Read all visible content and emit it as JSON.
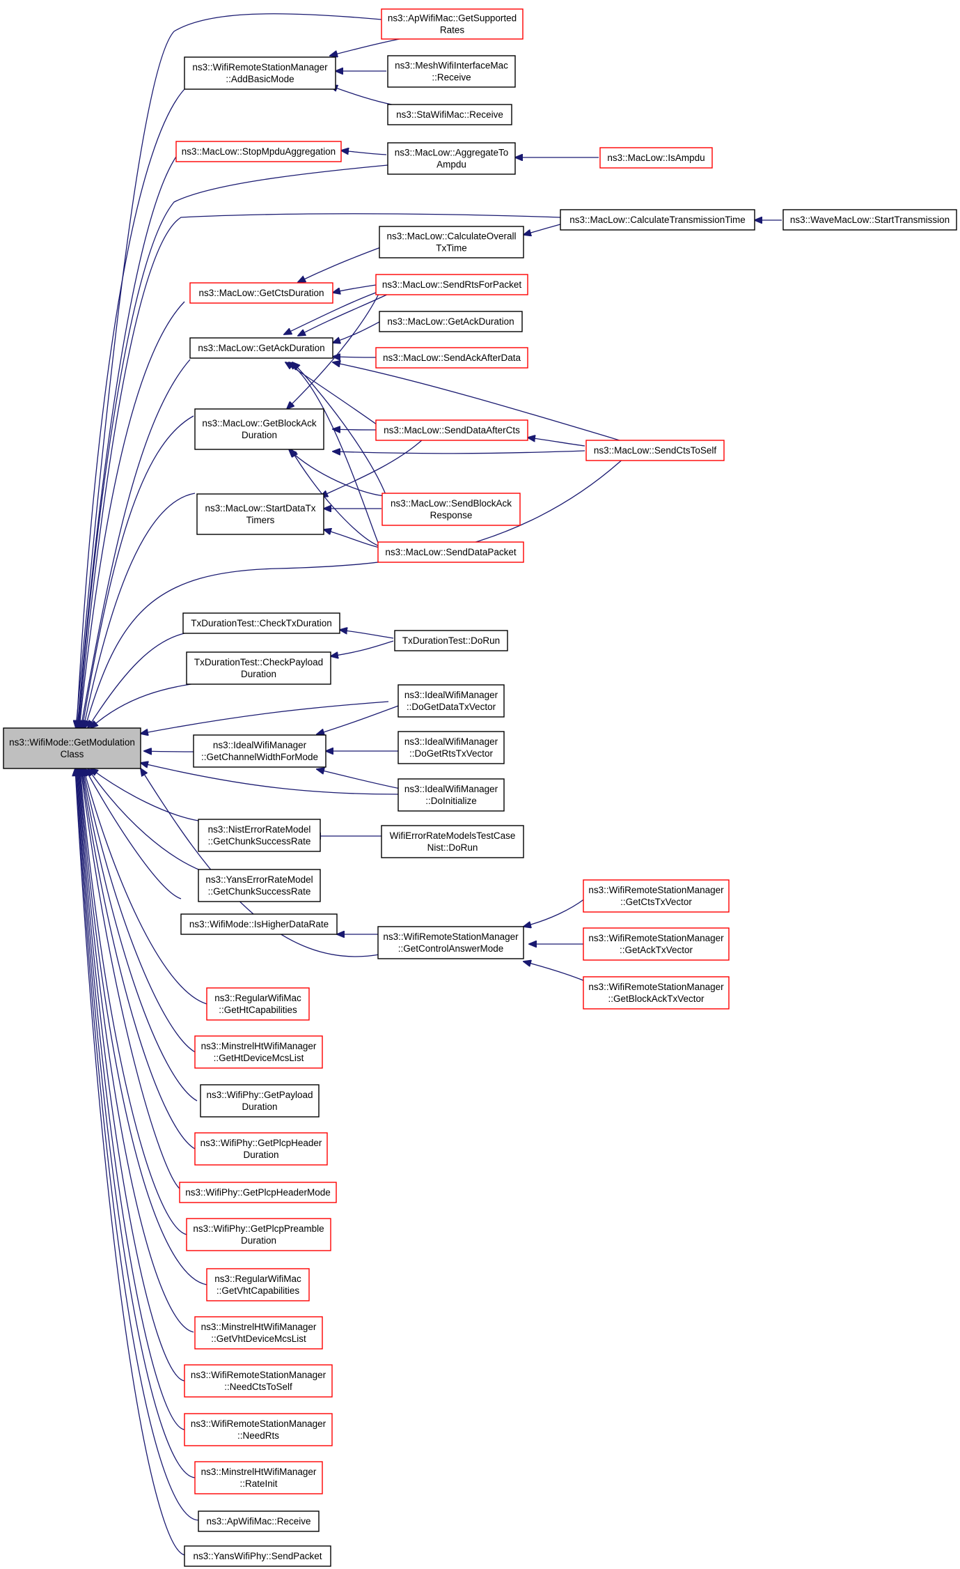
{
  "colors": {
    "edge": "#191970",
    "root_fill": "#bfbfbf",
    "black_border": "#000000",
    "red_border": "#ff0000",
    "fill": "#ffffff"
  },
  "nodes": [
    {
      "id": "root",
      "lines": [
        "ns3::WifiMode::GetModulation",
        "Class"
      ],
      "style": "root"
    },
    {
      "id": "ap_getsup",
      "lines": [
        "ns3::ApWifiMac::GetSupported",
        "Rates"
      ],
      "style": "red"
    },
    {
      "id": "wrsm_addbasic",
      "lines": [
        "ns3::WifiRemoteStationManager",
        "::AddBasicMode"
      ],
      "style": "black"
    },
    {
      "id": "mesh_recv",
      "lines": [
        "ns3::MeshWifiInterfaceMac",
        "::Receive"
      ],
      "style": "black"
    },
    {
      "id": "sta_recv",
      "lines": [
        "ns3::StaWifiMac::Receive"
      ],
      "style": "black"
    },
    {
      "id": "stopmpdu",
      "lines": [
        "ns3::MacLow::StopMpduAggregation"
      ],
      "style": "red"
    },
    {
      "id": "aggregate",
      "lines": [
        "ns3::MacLow::AggregateTo",
        "Ampdu"
      ],
      "style": "black"
    },
    {
      "id": "isampdu",
      "lines": [
        "ns3::MacLow::IsAmpdu"
      ],
      "style": "red"
    },
    {
      "id": "calctrans",
      "lines": [
        "ns3::MacLow::CalculateTransmissionTime"
      ],
      "style": "black"
    },
    {
      "id": "wave_start",
      "lines": [
        "ns3::WaveMacLow::StartTransmission"
      ],
      "style": "black"
    },
    {
      "id": "calcoverall",
      "lines": [
        "ns3::MacLow::CalculateOverall",
        "TxTime"
      ],
      "style": "black"
    },
    {
      "id": "getcts",
      "lines": [
        "ns3::MacLow::GetCtsDuration"
      ],
      "style": "red"
    },
    {
      "id": "sendrts",
      "lines": [
        "ns3::MacLow::SendRtsForPacket"
      ],
      "style": "red"
    },
    {
      "id": "getack",
      "lines": [
        "ns3::MacLow::GetAckDuration"
      ],
      "style": "black"
    },
    {
      "id": "getack2",
      "lines": [
        "ns3::MacLow::GetAckDuration"
      ],
      "style": "black"
    },
    {
      "id": "sendackafter",
      "lines": [
        "ns3::MacLow::SendAckAfterData"
      ],
      "style": "red"
    },
    {
      "id": "getblockack",
      "lines": [
        "ns3::MacLow::GetBlockAck",
        "Duration"
      ],
      "style": "black"
    },
    {
      "id": "senddataafter",
      "lines": [
        "ns3::MacLow::SendDataAfterCts"
      ],
      "style": "red"
    },
    {
      "id": "sendctstoself",
      "lines": [
        "ns3::MacLow::SendCtsToSelf"
      ],
      "style": "red"
    },
    {
      "id": "startdatatx",
      "lines": [
        "ns3::MacLow::StartDataTx",
        "Timers"
      ],
      "style": "black"
    },
    {
      "id": "sendblockack",
      "lines": [
        "ns3::MacLow::SendBlockAck",
        "Response"
      ],
      "style": "red"
    },
    {
      "id": "senddatapkt",
      "lines": [
        "ns3::MacLow::SendDataPacket"
      ],
      "style": "red"
    },
    {
      "id": "checktx",
      "lines": [
        "TxDurationTest::CheckTxDuration"
      ],
      "style": "black"
    },
    {
      "id": "dorun",
      "lines": [
        "TxDurationTest::DoRun"
      ],
      "style": "black"
    },
    {
      "id": "checkpayload",
      "lines": [
        "TxDurationTest::CheckPayload",
        "Duration"
      ],
      "style": "black"
    },
    {
      "id": "ideal_data",
      "lines": [
        "ns3::IdealWifiManager",
        "::DoGetDataTxVector"
      ],
      "style": "black"
    },
    {
      "id": "ideal_chan",
      "lines": [
        "ns3::IdealWifiManager",
        "::GetChannelWidthForMode"
      ],
      "style": "black"
    },
    {
      "id": "ideal_rts",
      "lines": [
        "ns3::IdealWifiManager",
        "::DoGetRtsTxVector"
      ],
      "style": "black"
    },
    {
      "id": "ideal_init",
      "lines": [
        "ns3::IdealWifiManager",
        "::DoInitialize"
      ],
      "style": "black"
    },
    {
      "id": "nist_chunk",
      "lines": [
        "ns3::NistErrorRateModel",
        "::GetChunkSuccessRate"
      ],
      "style": "black"
    },
    {
      "id": "nist_test",
      "lines": [
        "WifiErrorRateModelsTestCase",
        "Nist::DoRun"
      ],
      "style": "black"
    },
    {
      "id": "yans_chunk",
      "lines": [
        "ns3::YansErrorRateModel",
        "::GetChunkSuccessRate"
      ],
      "style": "black"
    },
    {
      "id": "ishigher",
      "lines": [
        "ns3::WifiMode::IsHigherDataRate"
      ],
      "style": "black"
    },
    {
      "id": "wrsm_ctrl",
      "lines": [
        "ns3::WifiRemoteStationManager",
        "::GetControlAnswerMode"
      ],
      "style": "black"
    },
    {
      "id": "wrsm_cts",
      "lines": [
        "ns3::WifiRemoteStationManager",
        "::GetCtsTxVector"
      ],
      "style": "red"
    },
    {
      "id": "wrsm_ack",
      "lines": [
        "ns3::WifiRemoteStationManager",
        "::GetAckTxVector"
      ],
      "style": "red"
    },
    {
      "id": "wrsm_blockack",
      "lines": [
        "ns3::WifiRemoteStationManager",
        "::GetBlockAckTxVector"
      ],
      "style": "red"
    },
    {
      "id": "regular_ht",
      "lines": [
        "ns3::RegularWifiMac",
        "::GetHtCapabilities"
      ],
      "style": "red"
    },
    {
      "id": "minstrel_ht",
      "lines": [
        "ns3::MinstrelHtWifiManager",
        "::GetHtDeviceMcsList"
      ],
      "style": "red"
    },
    {
      "id": "phy_payload",
      "lines": [
        "ns3::WifiPhy::GetPayload",
        "Duration"
      ],
      "style": "black"
    },
    {
      "id": "phy_plcphdr",
      "lines": [
        "ns3::WifiPhy::GetPlcpHeader",
        "Duration"
      ],
      "style": "red"
    },
    {
      "id": "phy_plcpmode",
      "lines": [
        "ns3::WifiPhy::GetPlcpHeaderMode"
      ],
      "style": "red"
    },
    {
      "id": "phy_preamble",
      "lines": [
        "ns3::WifiPhy::GetPlcpPreamble",
        "Duration"
      ],
      "style": "red"
    },
    {
      "id": "regular_vht",
      "lines": [
        "ns3::RegularWifiMac",
        "::GetVhtCapabilities"
      ],
      "style": "red"
    },
    {
      "id": "minstrel_vht",
      "lines": [
        "ns3::MinstrelHtWifiManager",
        "::GetVhtDeviceMcsList"
      ],
      "style": "red"
    },
    {
      "id": "wrsm_needcts",
      "lines": [
        "ns3::WifiRemoteStationManager",
        "::NeedCtsToSelf"
      ],
      "style": "red"
    },
    {
      "id": "wrsm_needrts",
      "lines": [
        "ns3::WifiRemoteStationManager",
        "::NeedRts"
      ],
      "style": "red"
    },
    {
      "id": "minstrel_rate",
      "lines": [
        "ns3::MinstrelHtWifiManager",
        "::RateInit"
      ],
      "style": "red"
    },
    {
      "id": "ap_recv",
      "lines": [
        "ns3::ApWifiMac::Receive"
      ],
      "style": "black"
    },
    {
      "id": "yans_send",
      "lines": [
        "ns3::YansWifiPhy::SendPacket"
      ],
      "style": "black"
    }
  ]
}
